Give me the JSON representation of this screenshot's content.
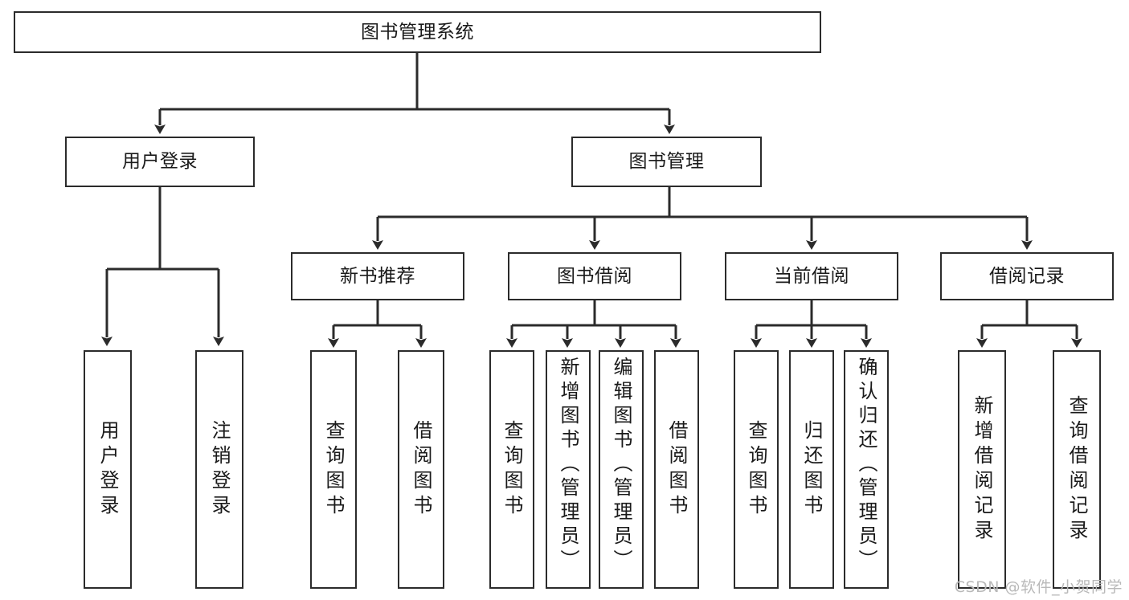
{
  "diagram": {
    "title": "图书管理系统",
    "type": "tree-hierarchy",
    "watermark": "CSDN @软件_小贺同学",
    "colors": {
      "stroke": "#2b2b2b",
      "fill": "#ffffff",
      "text": "#1a1a1a",
      "watermark": "#b9b9b9"
    },
    "root": {
      "label": "图书管理系统"
    },
    "level2": [
      {
        "label": "用户登录"
      },
      {
        "label": "图书管理"
      }
    ],
    "level3": [
      {
        "label": "新书推荐"
      },
      {
        "label": "图书借阅"
      },
      {
        "label": "当前借阅"
      },
      {
        "label": "借阅记录"
      }
    ],
    "leaves": {
      "user_login": [
        {
          "label": "用户登录"
        },
        {
          "label": "注销登录"
        }
      ],
      "new_book_recommend": [
        {
          "label": "查询图书"
        },
        {
          "label": "借阅图书"
        }
      ],
      "book_borrow": [
        {
          "label": "查询图书"
        },
        {
          "label": "新增图书（管理员）"
        },
        {
          "label": "编辑图书（管理员）"
        },
        {
          "label": "借阅图书"
        }
      ],
      "current_borrow": [
        {
          "label": "查询图书"
        },
        {
          "label": "归还图书"
        },
        {
          "label": "确认归还（管理员）"
        }
      ],
      "borrow_record": [
        {
          "label": "新增借阅记录"
        },
        {
          "label": "查询借阅记录"
        }
      ]
    }
  }
}
